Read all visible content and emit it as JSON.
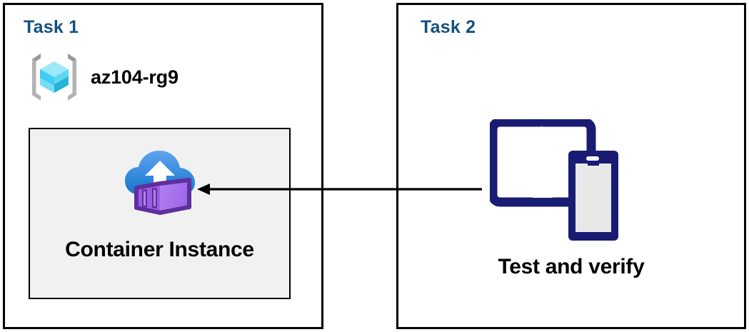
{
  "diagram": {
    "background": "#ffffff",
    "title_color": "#14517f",
    "panels": [
      {
        "id": "task1",
        "title": "Task 1",
        "resource_group": {
          "icon": "azure-resource-group-icon",
          "label": "az104-rg9"
        },
        "card": {
          "icon": "container-instance-icon",
          "label": "Container Instance",
          "fill": "#f1f1f1",
          "border": "#000000"
        }
      },
      {
        "id": "task2",
        "title": "Task 2",
        "device": {
          "icon": "tablet-and-phone-icon",
          "label": "Test and verify",
          "color": "#181c72"
        }
      }
    ],
    "connector": {
      "name": "arrow-left",
      "color": "#000000",
      "direction": "right-to-left",
      "from": "Test and verify",
      "to": "Container Instance"
    },
    "colors": {
      "accent_blue": "#14517f",
      "cloud_top": "#5b9bea",
      "cloud_bottom": "#1a7fd4",
      "container_purple": "#a970ec",
      "container_purple_dark": "#6b3fa0",
      "cube_cyan": "#4fd5f7",
      "bracket_gray": "#a6a6a6",
      "device_navy": "#181c72",
      "card_fill": "#f1f1f1"
    }
  }
}
